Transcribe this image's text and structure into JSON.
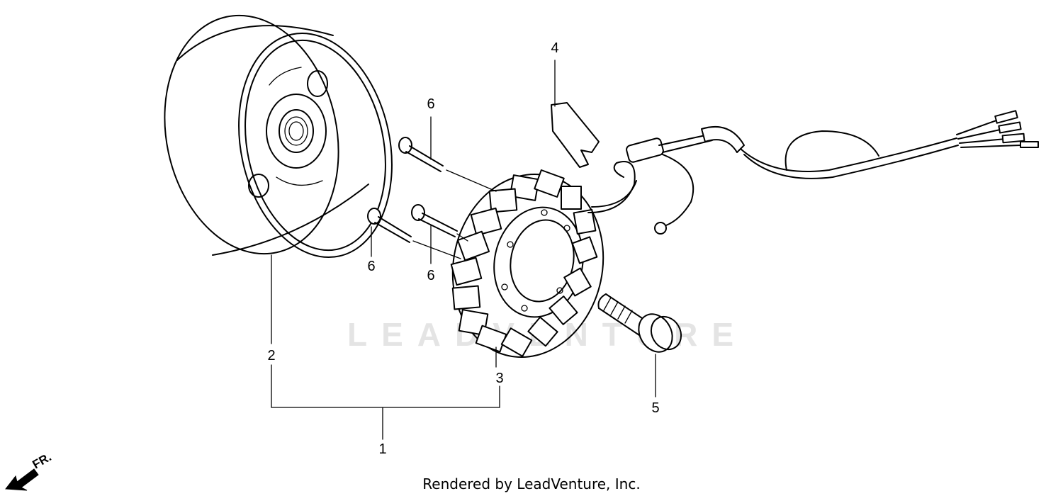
{
  "diagram": {
    "watermark": "LEADVENTURE",
    "footer": "Rendered by LeadVenture, Inc.",
    "direction_label": "FR.",
    "callouts": {
      "c1": "1",
      "c2": "2",
      "c3": "3",
      "c4": "4",
      "c5": "5",
      "c6a": "6",
      "c6b": "6",
      "c6c": "6"
    }
  }
}
